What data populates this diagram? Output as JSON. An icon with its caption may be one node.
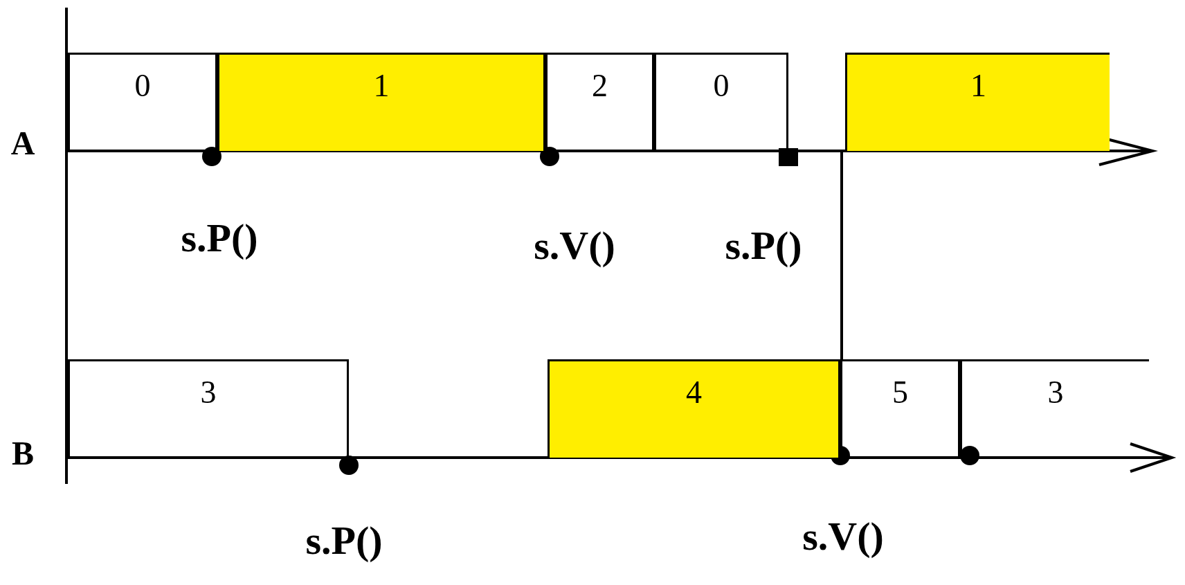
{
  "diagram": {
    "nodes": [
      {
        "text": [
          "0"
        ]
      },
      {
        "text": [
          "1"
        ]
      },
      {
        "text": [
          "2"
        ]
      },
      {
        "text": [
          "0"
        ]
      },
      {
        "text": [
          "1"
        ]
      },
      {
        "text": [
          "3"
        ]
      },
      {
        "text": [
          "4"
        ]
      },
      {
        "text": [
          "5"
        ]
      },
      {
        "text": [
          "3"
        ]
      }
    ],
    "edges": [
      {
        "from": 4,
        "to": 7,
        "arrow": "none"
      }
    ],
    "labels": [
      "A",
      "s.P()",
      "s.V()",
      "s.P()",
      "B",
      "s.P()",
      "s.V()"
    ]
  }
}
